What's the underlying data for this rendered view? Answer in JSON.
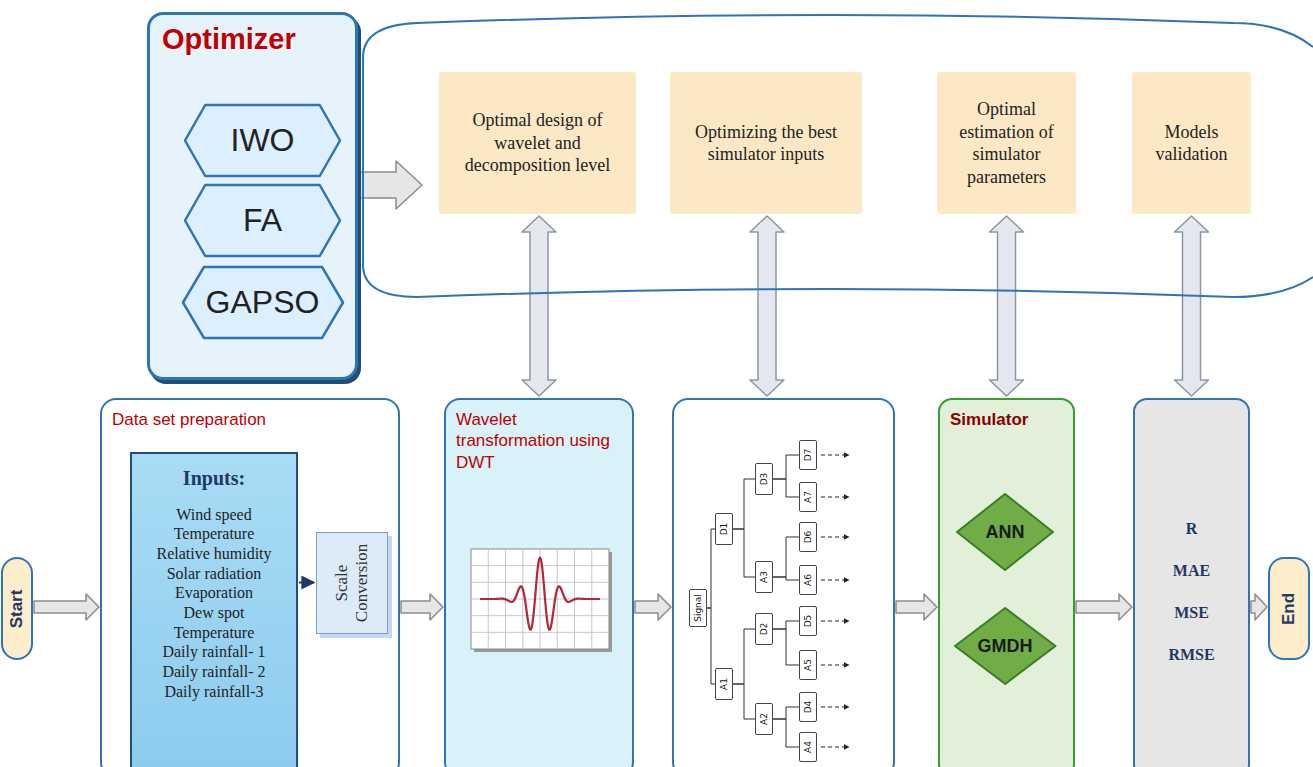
{
  "diagram": {
    "nodes": [
      {
        "text": [
          "Optimizer"
        ]
      },
      {
        "text": [
          "IWO"
        ],
        "in": 0
      },
      {
        "text": [
          "FA"
        ],
        "in": 0
      },
      {
        "text": [
          "GAPSO"
        ],
        "in": 0
      },
      {
        "text": []
      },
      {
        "text": [
          "Optimal design of wavelet and decomposition level"
        ],
        "in": 4
      },
      {
        "text": [
          "Optimizing the best simulator inputs"
        ],
        "in": 4
      },
      {
        "text": [
          "Optimal estimation of simulator parameters"
        ],
        "in": 4
      },
      {
        "text": [
          "Models validation"
        ],
        "in": 4
      },
      {
        "text": [
          "Start"
        ]
      },
      {
        "text": [
          "Data set preparation"
        ]
      },
      {
        "text": [
          "Inputs:",
          "Wind speed",
          "Temperature",
          "Relative humidity",
          "Solar radiation",
          "Evaporation",
          "Dew spot",
          "Temperature",
          "Daily rainfall- 1",
          "Daily rainfall- 2",
          "Daily rainfall-3"
        ],
        "in": 10
      },
      {
        "text": [
          "Scale Conversion"
        ],
        "in": 10
      },
      {
        "text": [
          "Wavelet transformation using DWT"
        ]
      },
      {
        "text": []
      },
      {
        "text": [
          "Signal"
        ],
        "in": 14
      },
      {
        "text": [
          "D1"
        ],
        "in": 14
      },
      {
        "text": [
          "A1"
        ],
        "in": 14
      },
      {
        "text": [
          "D3"
        ],
        "in": 14
      },
      {
        "text": [
          "A3"
        ],
        "in": 14
      },
      {
        "text": [
          "D2"
        ],
        "in": 14
      },
      {
        "text": [
          "A2"
        ],
        "in": 14
      },
      {
        "text": [
          "D7"
        ],
        "in": 14
      },
      {
        "text": [
          "A7"
        ],
        "in": 14
      },
      {
        "text": [
          "D6"
        ],
        "in": 14
      },
      {
        "text": [
          "A6"
        ],
        "in": 14
      },
      {
        "text": [
          "D5"
        ],
        "in": 14
      },
      {
        "text": [
          "A5"
        ],
        "in": 14
      },
      {
        "text": [
          "D4"
        ],
        "in": 14
      },
      {
        "text": [
          "A4"
        ],
        "in": 14
      },
      {
        "text": [
          "Simulator"
        ]
      },
      {
        "text": [
          "ANN"
        ],
        "in": 30
      },
      {
        "text": [
          "GMDH"
        ],
        "in": 30
      },
      {
        "text": [
          "R",
          "MAE",
          "MSE",
          "RMSE"
        ]
      },
      {
        "text": [
          "End"
        ]
      }
    ],
    "edges": [
      {
        "from": 0,
        "to": 4,
        "arrow": "to"
      },
      {
        "from": 5,
        "to": 13,
        "arrow": "both"
      },
      {
        "from": 6,
        "to": 14,
        "arrow": "both"
      },
      {
        "from": 7,
        "to": 30,
        "arrow": "both"
      },
      {
        "from": 8,
        "to": 33,
        "arrow": "both"
      },
      {
        "from": 9,
        "to": 10,
        "arrow": "to"
      },
      {
        "from": 10,
        "to": 13,
        "arrow": "to"
      },
      {
        "from": 13,
        "to": 14,
        "arrow": "to"
      },
      {
        "from": 14,
        "to": 30,
        "arrow": "to"
      },
      {
        "from": 30,
        "to": 33,
        "arrow": "to"
      },
      {
        "from": 33,
        "to": 34,
        "arrow": "to"
      },
      {
        "from": 11,
        "to": 12,
        "arrow": "to"
      },
      {
        "from": 15,
        "to": 16,
        "arrow": "none"
      },
      {
        "from": 15,
        "to": 17,
        "arrow": "none"
      },
      {
        "from": 16,
        "to": 18,
        "arrow": "none"
      },
      {
        "from": 16,
        "to": 19,
        "arrow": "none"
      },
      {
        "from": 17,
        "to": 20,
        "arrow": "none"
      },
      {
        "from": 17,
        "to": 21,
        "arrow": "none"
      },
      {
        "from": 18,
        "to": 22,
        "arrow": "none"
      },
      {
        "from": 18,
        "to": 23,
        "arrow": "none"
      },
      {
        "from": 19,
        "to": 24,
        "arrow": "none"
      },
      {
        "from": 19,
        "to": 25,
        "arrow": "none"
      },
      {
        "from": 20,
        "to": 26,
        "arrow": "none"
      },
      {
        "from": 20,
        "to": 27,
        "arrow": "none"
      },
      {
        "from": 21,
        "to": 28,
        "arrow": "none"
      },
      {
        "from": 21,
        "to": 29,
        "arrow": "none"
      }
    ]
  }
}
